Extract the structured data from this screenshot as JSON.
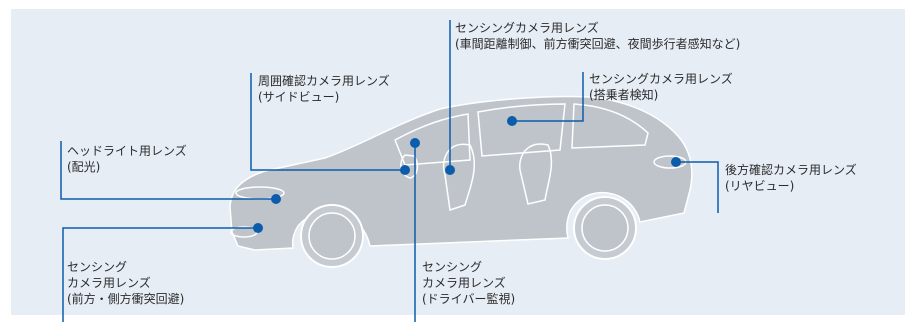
{
  "diagram": {
    "labels": {
      "sensing_top": {
        "line1": "センシングカメラ用レンズ",
        "line2": "(車間距離制御、前方衝突回避、夜間歩行者感知など)"
      },
      "surround": {
        "line1": "周囲確認カメラ用レンズ",
        "line2": "(サイドビュー)"
      },
      "sensing_passenger": {
        "line1": "センシングカメラ用レンズ",
        "line2": "(搭乗者検知)"
      },
      "headlight": {
        "line1": "ヘッドライト用レンズ",
        "line2": "(配光)"
      },
      "rear": {
        "line1": "後方確認カメラ用レンズ",
        "line2": "(リヤビュー)"
      },
      "sensing_front": {
        "line1": "センシング",
        "line2": "カメラ用レンズ",
        "line3": "(前方・側方衝突回避)"
      },
      "sensing_driver": {
        "line1": "センシング",
        "line2": "カメラ用レンズ",
        "line3": "(ドライバー監視)"
      }
    },
    "colors": {
      "background": "#e7edf5",
      "car_body": "#bfc4cb",
      "car_outline": "#ffffff",
      "marker": "#0b5cab",
      "leader_line": "#0b5cab",
      "text": "#2b2b2b"
    }
  }
}
